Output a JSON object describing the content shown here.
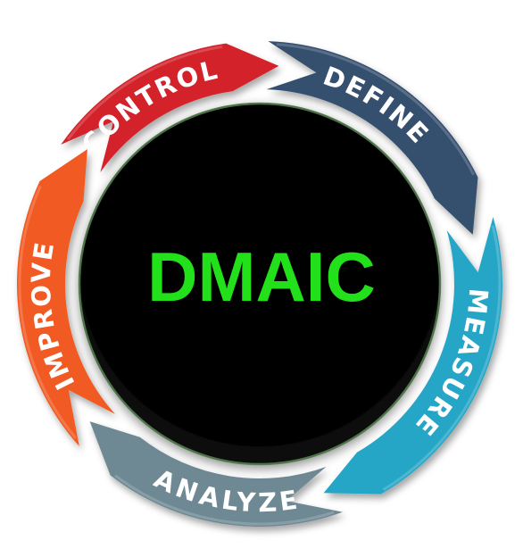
{
  "center": {
    "label": "DMAIC",
    "text_color": "#22e01a",
    "disc_color": "#000000",
    "rim_color": "#5f8f5a"
  },
  "segments": [
    {
      "label": "DEFINE",
      "color": "#34506e"
    },
    {
      "label": "MEASURE",
      "color": "#27a6c6"
    },
    {
      "label": "ANALYZE",
      "color": "#6e8994"
    },
    {
      "label": "IMPROVE",
      "color": "#f15a22"
    },
    {
      "label": "CONTROL",
      "color": "#d3202b"
    }
  ]
}
